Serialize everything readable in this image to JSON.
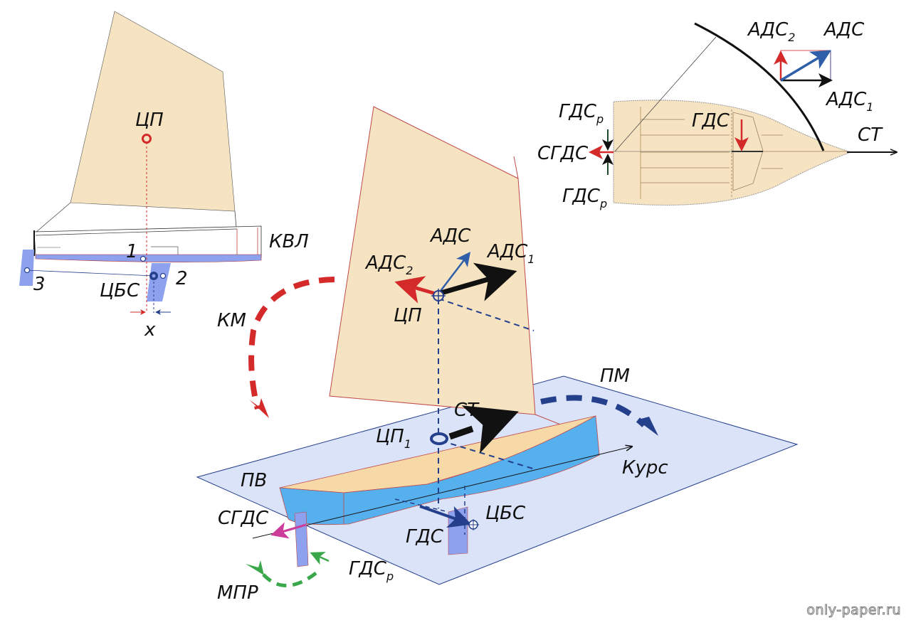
{
  "side_view": {
    "labels": {
      "cp": "ЦП",
      "kvl": "КВЛ",
      "one": "1",
      "two": "2",
      "three": "3",
      "cbs": "ЦБС",
      "x": "x"
    }
  },
  "top_view": {
    "labels": {
      "ads": "АДС",
      "ads2_main": "АДС",
      "ads2_sub": "2",
      "ads1_main": "АДС",
      "ads1_sub": "1",
      "gds": "ГДС",
      "gdsr_top_main": "ГДС",
      "gdsr_top_sub": "р",
      "sgds": "СГДС",
      "gdsr_bottom_main": "ГДС",
      "gdsr_bottom_sub": "р",
      "st": "СТ"
    }
  },
  "main_view": {
    "labels": {
      "ads": "АДС",
      "ads1_main": "АДС",
      "ads1_sub": "1",
      "ads2_main": "АДС",
      "ads2_sub": "2",
      "cp": "ЦП",
      "km": "КМ",
      "pm": "ПМ",
      "st": "СТ",
      "cp1_main": "ЦП",
      "cp1_sub": "1",
      "kurs": "Курс",
      "pv": "ПВ",
      "sgds": "СГДС",
      "gds": "ГДС",
      "cbs": "ЦБС",
      "gdsr_main": "ГДС",
      "gdsr_sub": "р",
      "mpr": "МПР"
    }
  },
  "colors": {
    "sail": "#f5e3c1",
    "hull_blue": "#57b0ee",
    "water_plane": "#dbe3f8",
    "keel": "#8ea1ee",
    "red": "#d42a2a",
    "navy": "#243f8c",
    "green": "#3aa84a",
    "magenta": "#cc3d99"
  },
  "watermark": "only-paper.ru"
}
